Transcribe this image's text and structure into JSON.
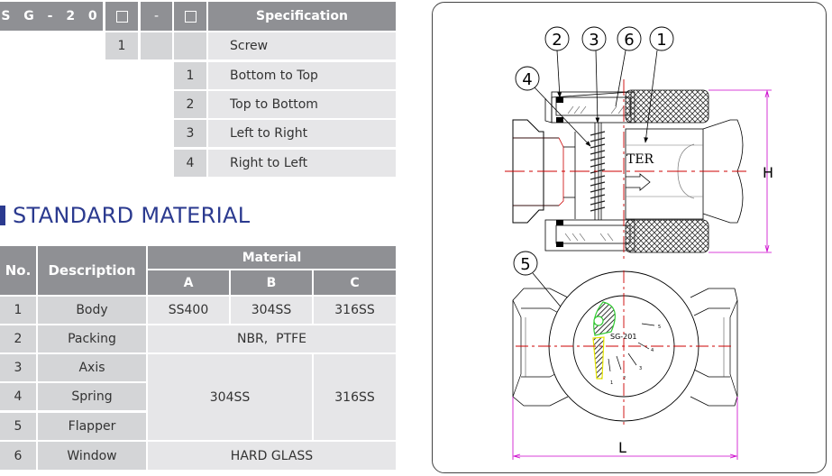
{
  "model_table": {
    "code": "S G - 2 0",
    "separator": "-",
    "spec_header": "Specification",
    "type_row": {
      "code": "1",
      "label": "Screw"
    },
    "direction_rows": [
      {
        "code": "1",
        "label": "Bottom to Top"
      },
      {
        "code": "2",
        "label": "Top to Bottom"
      },
      {
        "code": "3",
        "label": "Left to Right"
      },
      {
        "code": "4",
        "label": "Right to Left"
      }
    ]
  },
  "section_title": "STANDARD MATERIAL",
  "material_table": {
    "headers": {
      "no": "No.",
      "description": "Description",
      "material": "Material",
      "a": "A",
      "b": "B",
      "c": "C"
    },
    "rows": [
      {
        "no": "1",
        "description": "Body",
        "a": "SS400",
        "b": "304SS",
        "c": "316SS"
      },
      {
        "no": "2",
        "description": "Packing",
        "abc": "NBR,  PTFE"
      },
      {
        "no": "3",
        "description": "Axis"
      },
      {
        "no": "4",
        "description": "Spring"
      },
      {
        "no": "5",
        "description": "Flapper"
      },
      {
        "no": "6",
        "description": "Window",
        "abc": "HARD GLASS"
      }
    ],
    "merged_3_5": {
      "ab": "304SS",
      "c": "316SS"
    }
  },
  "drawing": {
    "callouts": [
      "1",
      "2",
      "3",
      "4",
      "5",
      "6"
    ],
    "text_ter": "TER",
    "text_model": "SG-201",
    "dim_h": "H",
    "dim_l": "L",
    "scale_marks": [
      "1",
      "2",
      "3",
      "4",
      "5"
    ],
    "colors": {
      "centerline": "#cc0000",
      "dimension": "#cc00cc",
      "flapper_outline": "#e6e600",
      "pivot_outline": "#33cc33"
    }
  }
}
